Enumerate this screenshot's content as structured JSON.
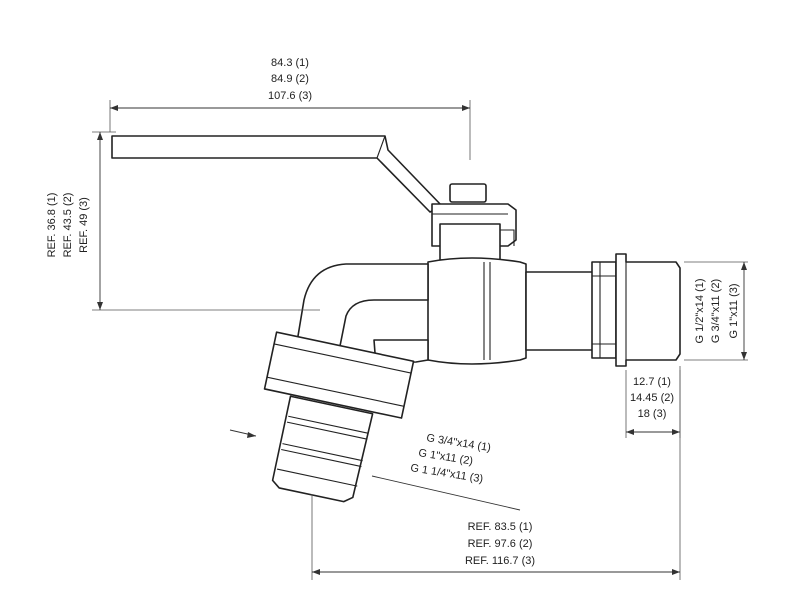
{
  "diagram": {
    "colors": {
      "line": "#222222",
      "background": "#ffffff"
    },
    "dimensions": {
      "top_length": [
        "84.3 (1)",
        "84.9 (2)",
        "107.6 (3)"
      ],
      "left_height": [
        "REF. 36.8 (1)",
        "REF. 43.5 (2)",
        "REF. 49 (3)"
      ],
      "inlet_thread": [
        "G 1/2\"x14 (1)",
        "G 3/4\"x11 (2)",
        "G 1\"x11 (3)"
      ],
      "inlet_length": [
        "12.7 (1)",
        "14.45 (2)",
        "18 (3)"
      ],
      "outlet_thread": [
        "G 3/4\"x14 (1)",
        "G 1\"x11 (2)",
        "G 1 1/4\"x11 (3)"
      ],
      "bottom_length": [
        "REF. 83.5 (1)",
        "REF. 97.6 (2)",
        "REF. 116.7 (3)"
      ]
    }
  }
}
